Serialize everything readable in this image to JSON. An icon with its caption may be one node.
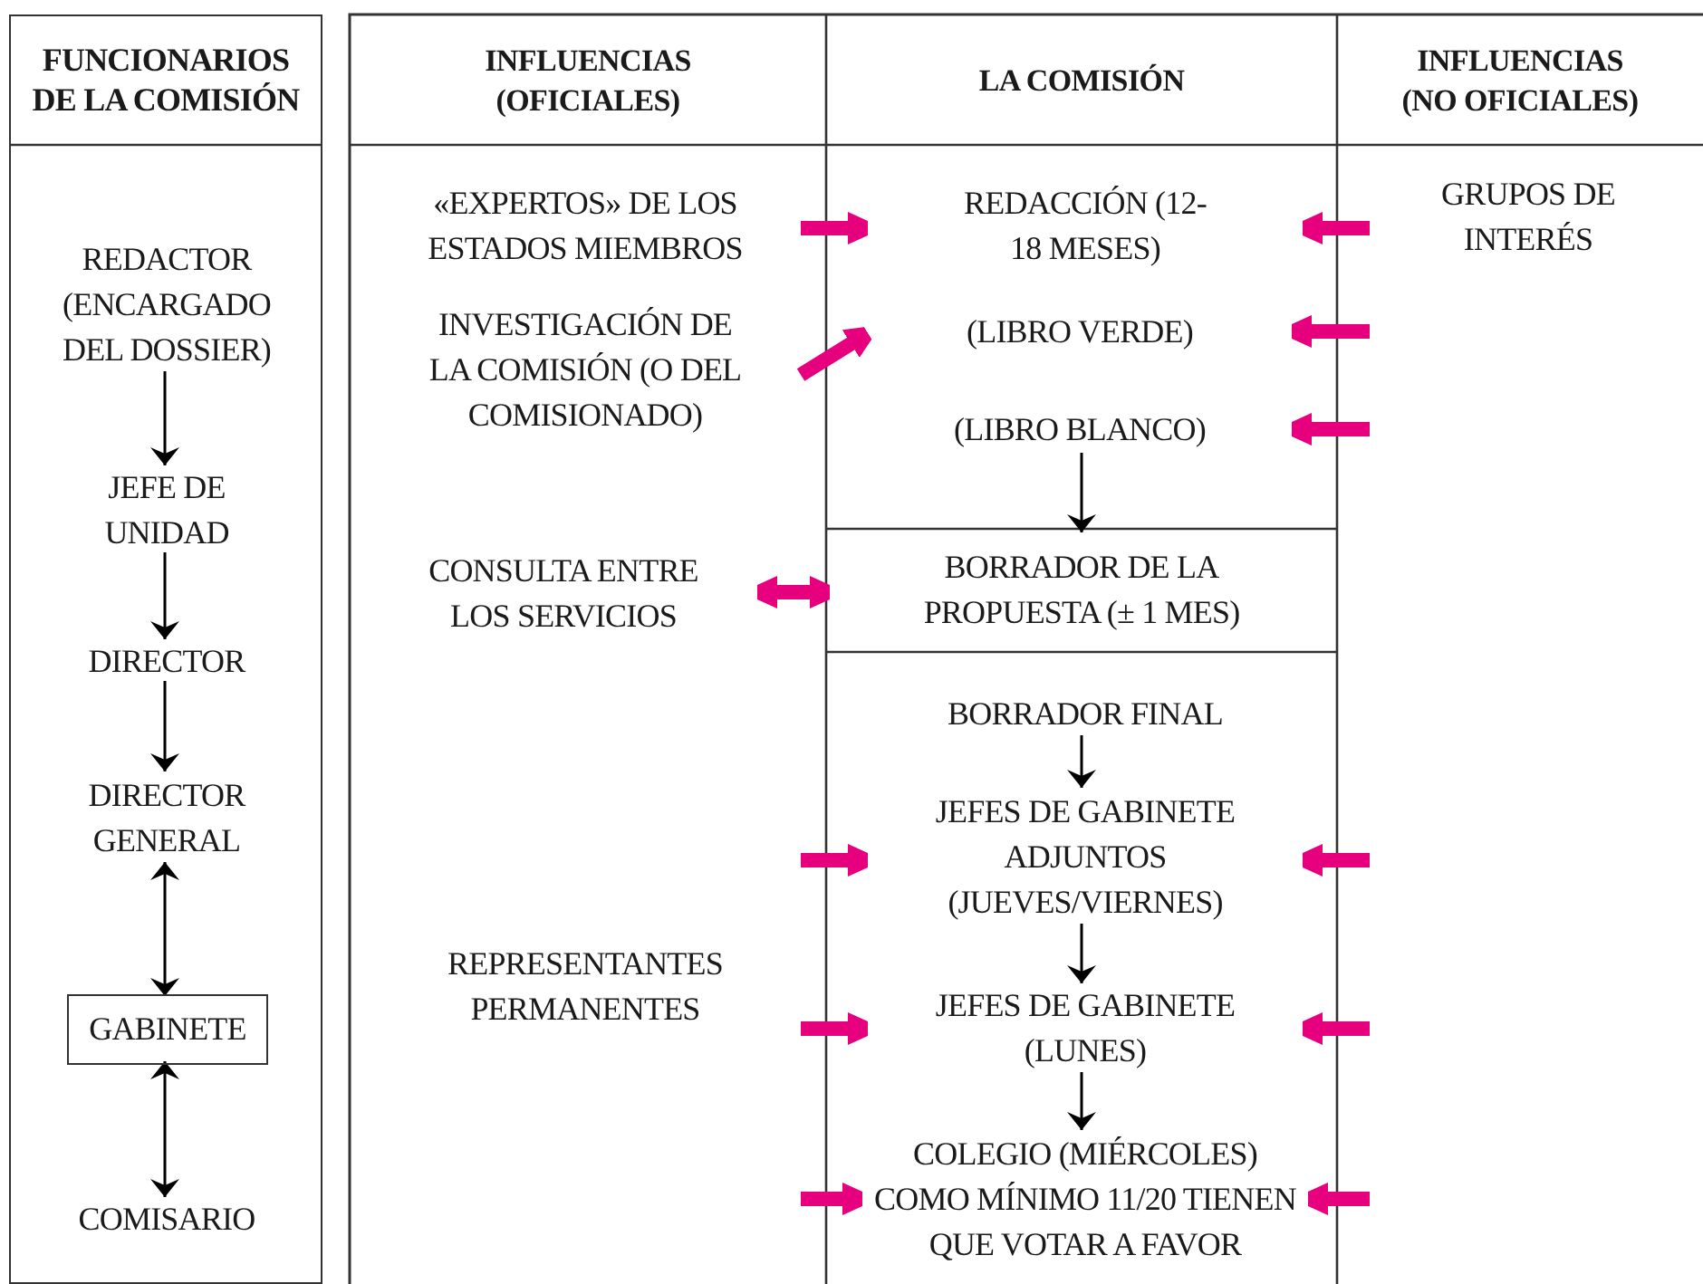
{
  "diagram": {
    "nodes": [
      {
        "text": [
          "FUNCIONARIOS DE LA COMISIÓN"
        ]
      },
      {
        "text": [
          "REDACTOR (ENCARGADO DEL DOSSIER)"
        ],
        "in": 0
      },
      {
        "text": [
          "JEFE DE UNIDAD"
        ],
        "in": 0
      },
      {
        "text": [
          "DIRECTOR"
        ],
        "in": 0
      },
      {
        "text": [
          "DIRECTOR GENERAL"
        ],
        "in": 0
      },
      {
        "text": [
          "GABINETE"
        ],
        "in": 0
      },
      {
        "text": [
          "COMISARIO"
        ],
        "in": 0
      },
      {
        "text": [
          "«EXPERTOS» DE LOS ESTADOS MIEMBROS"
        ]
      },
      {
        "text": [
          "INVESTIGACIÓN DE LA COMISIÓN (O DEL COMISIONADO)"
        ]
      },
      {
        "text": [
          "CONSULTA ENTRE LOS SERVICIOS"
        ]
      },
      {
        "text": [
          "REPRESENTANTES PERMANENTES"
        ]
      },
      {
        "text": [
          "REDACCIÓN (12-18 MESES)"
        ]
      },
      {
        "text": [
          "(LIBRO VERDE)"
        ]
      },
      {
        "text": [
          "(LIBRO BLANCO)"
        ]
      },
      {
        "text": [
          "BORRADOR DE LA PROPUESTA (± 1 MES)"
        ]
      },
      {
        "text": [
          "BORRADOR FINAL"
        ]
      },
      {
        "text": [
          "JEFES DE GABINETE ADJUNTOS (JUEVES/VIERNES)"
        ]
      },
      {
        "text": [
          "JEFES DE GABINETE (LUNES)"
        ]
      },
      {
        "text": [
          "COLEGIO (MIÉRCOLES) COMO MÍNIMO 11/20 TIENEN QUE VOTAR A FAVOR"
        ]
      },
      {
        "text": [
          "GRUPOS DE INTERÉS"
        ]
      }
    ],
    "edges": [
      {
        "from": 1,
        "to": 2,
        "arrow": "to",
        "color": "#000000"
      },
      {
        "from": 2,
        "to": 3,
        "arrow": "to",
        "color": "#000000"
      },
      {
        "from": 3,
        "to": 4,
        "arrow": "to",
        "color": "#000000"
      },
      {
        "from": 4,
        "to": 5,
        "arrow": "both",
        "color": "#000000"
      },
      {
        "from": 5,
        "to": 6,
        "arrow": "both",
        "color": "#000000"
      },
      {
        "from": 7,
        "to": 11,
        "arrow": "to"
      },
      {
        "from": 8,
        "to": 12,
        "arrow": "to"
      },
      {
        "from": 19,
        "to": 11,
        "arrow": "to"
      },
      {
        "from": null,
        "to": 12,
        "arrow": "to"
      },
      {
        "from": null,
        "to": 13,
        "arrow": "to"
      },
      {
        "from": 13,
        "to": 14,
        "arrow": "to",
        "color": "#000000"
      },
      {
        "from": 9,
        "to": 14,
        "arrow": "both"
      },
      {
        "from": 15,
        "to": 16,
        "arrow": "to",
        "color": "#000000"
      },
      {
        "from": null,
        "to": 16,
        "arrow": "to"
      },
      {
        "from": null,
        "to": 16,
        "arrow": "to"
      },
      {
        "from": 16,
        "to": 17,
        "arrow": "to",
        "color": "#000000"
      },
      {
        "from": 10,
        "to": 17,
        "arrow": "to"
      },
      {
        "from": null,
        "to": 17,
        "arrow": "to"
      },
      {
        "from": 17,
        "to": 18,
        "arrow": "to",
        "color": "#000000"
      },
      {
        "from": null,
        "to": 18,
        "arrow": "to"
      },
      {
        "from": null,
        "to": 18,
        "arrow": "to"
      }
    ],
    "labels": [
      "INFLUENCIAS (OFICIALES)",
      "LA COMISIÓN",
      "INFLUENCIAS (NO OFICIALES)"
    ]
  }
}
